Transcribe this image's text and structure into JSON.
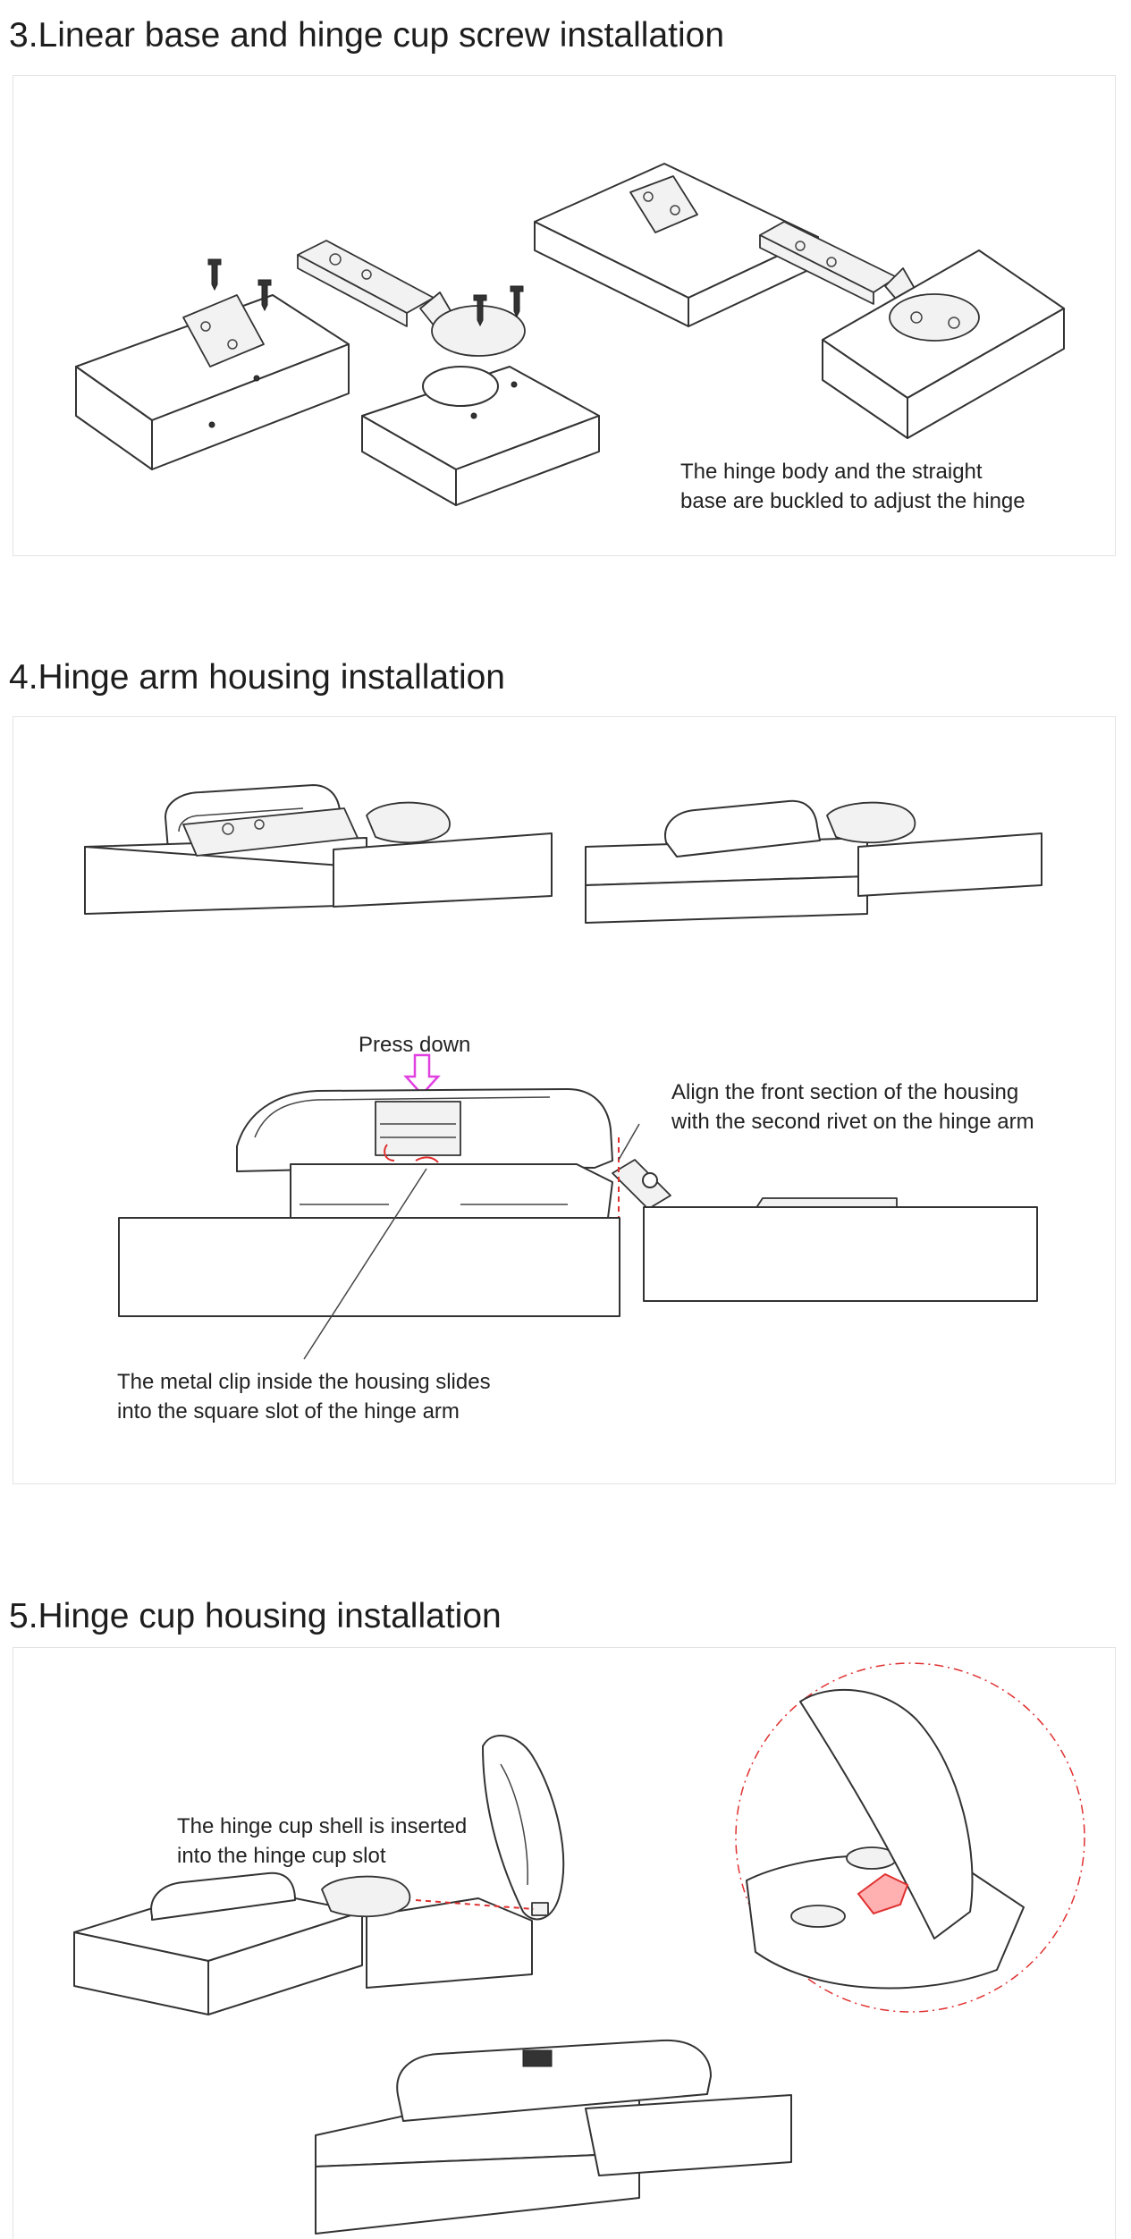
{
  "sections": [
    {
      "title": "3.Linear base and hinge cup screw installation",
      "caption": "The hinge body and the straight\nbase are buckled to adjust the hinge"
    },
    {
      "title": "4.Hinge arm housing installation",
      "press_label": "Press down",
      "align_caption": "Align the front section of the housing\nwith the second rivet on the hinge arm",
      "clip_caption": "The metal clip inside the housing slides\ninto the square slot of the hinge arm"
    },
    {
      "title": "5.Hinge cup housing installation",
      "caption": "The hinge cup shell is inserted\ninto the hinge cup slot"
    }
  ],
  "colors": {
    "press_arrow": "#e040e0",
    "highlight": "#e03030",
    "panel_border": "#e3e3e3"
  }
}
